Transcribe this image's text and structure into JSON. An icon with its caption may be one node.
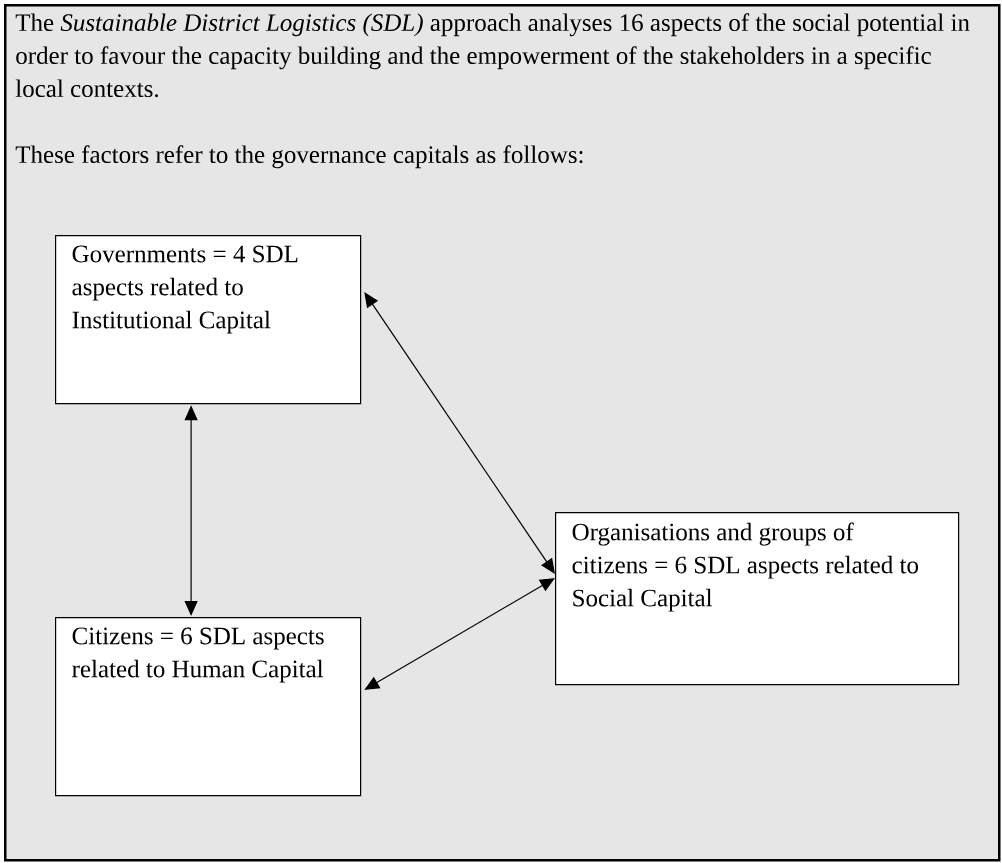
{
  "diagram": {
    "nodes": [
      {
        "text": [
          "The *Sustainable District Logistics (SDL)* approach analyses 16 aspects of the social potential in order to favour the capacity building and the empowerment of the stakeholders in a specific local contexts.",
          "These factors refer to the governance capitals as follows:"
        ]
      },
      {
        "text": [
          "Governments = 4 SDL aspects related to Institutional Capital"
        ],
        "in": 0
      },
      {
        "text": [
          "Organisations and groups of citizens = 6 SDL aspects related to Social Capital"
        ],
        "in": 0
      },
      {
        "text": [
          "Citizens = 6 SDL aspects related to Human Capital"
        ],
        "in": 0
      }
    ],
    "edges": [
      {
        "from": 1,
        "to": 2,
        "arrow": "both"
      },
      {
        "from": 1,
        "to": 3,
        "arrow": "both"
      },
      {
        "from": 3,
        "to": 2,
        "arrow": "both"
      }
    ]
  }
}
